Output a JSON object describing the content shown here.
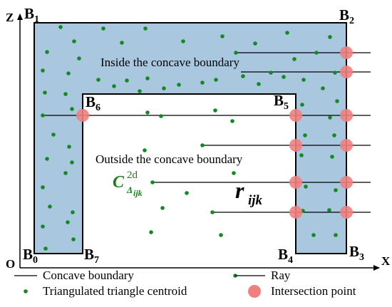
{
  "axes": {
    "z_label": "Z",
    "x_label": "X",
    "origin_label": "O"
  },
  "vertices": [
    {
      "id": "B0",
      "letter": "B",
      "sub": "0"
    },
    {
      "id": "B1",
      "letter": "B",
      "sub": "1"
    },
    {
      "id": "B2",
      "letter": "B",
      "sub": "2"
    },
    {
      "id": "B3",
      "letter": "B",
      "sub": "3"
    },
    {
      "id": "B4",
      "letter": "B",
      "sub": "4"
    },
    {
      "id": "B5",
      "letter": "B",
      "sub": "5"
    },
    {
      "id": "B6",
      "letter": "B",
      "sub": "6"
    },
    {
      "id": "B7",
      "letter": "B",
      "sub": "7"
    }
  ],
  "annotations": {
    "inside": "Inside the concave boundary",
    "outside": "Outside the concave boundary",
    "centroid_symbol": {
      "base": "C",
      "sup": "2d",
      "sub_delta": "Δ",
      "sub_ijk": "ijk"
    },
    "ray_symbol": {
      "base": "r",
      "sub": "ijk"
    }
  },
  "legend": {
    "boundary": "Concave boundary",
    "ray": "Ray",
    "centroid": "Triangulated triangle centroid",
    "intersection": "Intersection point"
  },
  "colors": {
    "region_fill": "#a9c7df",
    "centroid_green": "#138a21",
    "intersection_red": "#f08080",
    "symbol_green": "#1a7f1a"
  }
}
